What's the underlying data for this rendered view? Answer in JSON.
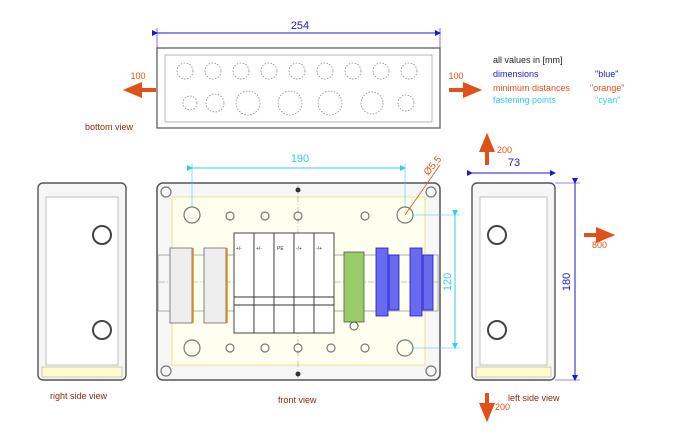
{
  "colors": {
    "dimension": "#1a1acc",
    "minimum": "#e0501a",
    "fastening": "#33ccee",
    "label": "#8b2a10",
    "body": "#555555"
  },
  "legend": {
    "title": "all values in [mm]",
    "rows": [
      {
        "name": "dimensions",
        "value": "\"blue\""
      },
      {
        "name": "minimum distances",
        "value": "\"orange\""
      },
      {
        "name": "fastening points",
        "value": "\"cyan\""
      }
    ]
  },
  "dimensions": {
    "width": "254",
    "depth": "73",
    "height": "180",
    "hole_spacing_x": "190",
    "hole_spacing_y": "120",
    "hole_diameter": "Ø5.5"
  },
  "minimum_distances": {
    "bottom_left": "100",
    "bottom_right": "100",
    "top": "200",
    "side": "800",
    "bottom": "200"
  },
  "views": {
    "bottom": "bottom view",
    "front": "front view",
    "right_side": "right side view",
    "left_side": "left side view"
  },
  "devices": [
    "+/-",
    "+/-",
    "PE",
    "-/+",
    "-/+"
  ]
}
